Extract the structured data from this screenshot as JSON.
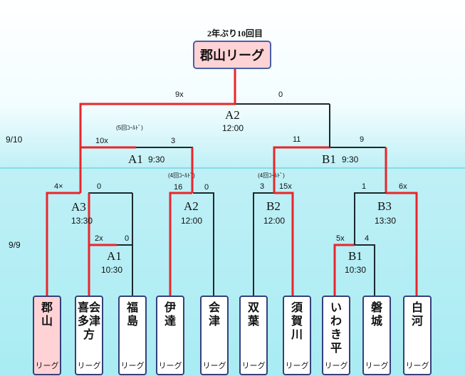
{
  "header": {
    "subtitle": "2年ぶり10回目",
    "winner": "郡山リーグ"
  },
  "dates": {
    "day2": "9/10",
    "day1": "9/9"
  },
  "matches": {
    "final": {
      "name": "A2",
      "time": "12:00",
      "score_left": "9x",
      "score_right": "0"
    },
    "a1": {
      "name": "A1",
      "time": "9:30",
      "score_left": "10x",
      "score_right": "3",
      "note": "(5回ｺｰﾙﾄﾞ)"
    },
    "b1": {
      "name": "B1",
      "time": "9:30",
      "score_left": "11",
      "score_right": "9"
    },
    "a3": {
      "name": "A3",
      "time": "13:30",
      "score_left": "4×",
      "score_right": "0"
    },
    "a2": {
      "name": "A2",
      "time": "12:00",
      "score_left": "16",
      "score_right": "0",
      "note": "(4回ｺｰﾙﾄﾞ)"
    },
    "b2": {
      "name": "B2",
      "time": "12:00",
      "score_left": "3",
      "score_right": "15x",
      "note": "(4回ｺｰﾙﾄﾞ)"
    },
    "b3": {
      "name": "B3",
      "time": "13:30",
      "score_left": "1",
      "score_right": "6x"
    },
    "a1r1": {
      "name": "A1",
      "time": "10:30",
      "score_left": "2x",
      "score_right": "0"
    },
    "b1r1": {
      "name": "B1",
      "time": "10:30",
      "score_left": "5x",
      "score_right": "4"
    }
  },
  "teams": [
    {
      "name": "郡山",
      "league": "リーグ"
    },
    {
      "name": "喜会多津方",
      "league": "リーグ"
    },
    {
      "name": "福島",
      "league": "リーグ"
    },
    {
      "name": "伊達",
      "league": "リーグ"
    },
    {
      "name": "会津",
      "league": "リーグ"
    },
    {
      "name": "双葉",
      "league": "リーグ"
    },
    {
      "name": "須賀川",
      "league": "リーグ"
    },
    {
      "name": "いわき平",
      "league": "リーグ"
    },
    {
      "name": "磐城",
      "league": "リーグ"
    },
    {
      "name": "白河",
      "league": "リーグ"
    }
  ],
  "colors": {
    "win": "#e8262b",
    "lose": "#1b2a2e",
    "divider": "#4fc7d6"
  }
}
